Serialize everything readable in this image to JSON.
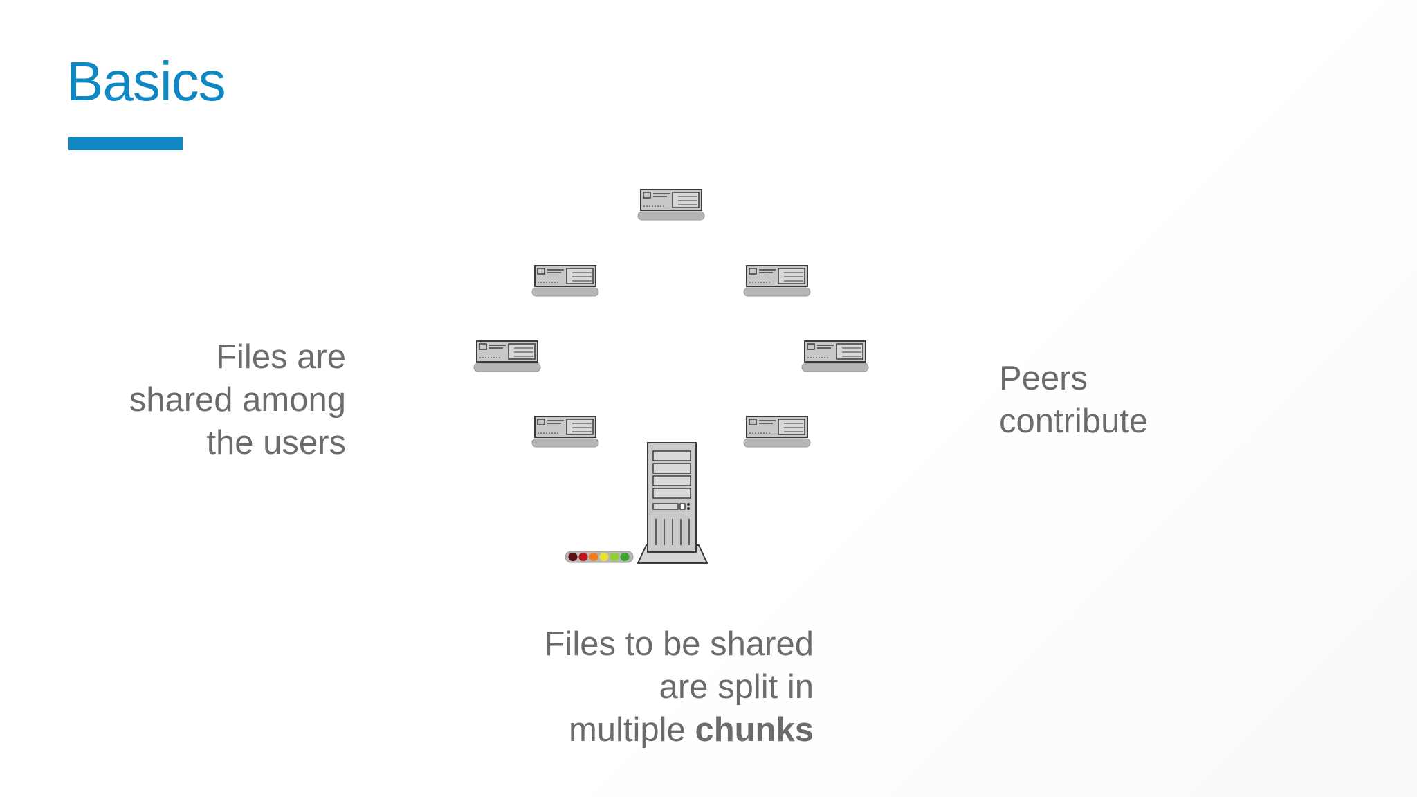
{
  "slide": {
    "title": "Basics",
    "accent_color": "#0e87c3",
    "text_color": "#6b6b6b"
  },
  "left_caption": {
    "lines": [
      "Files are",
      "shared among",
      "the users"
    ]
  },
  "right_caption": {
    "lines": [
      "Peers",
      "contribute"
    ]
  },
  "bottom_caption": {
    "line1": "Files to be shared",
    "line2": "are split in",
    "line3_prefix": "multiple ",
    "line3_bold": "chunks"
  },
  "diagram": {
    "peers": [
      {
        "name": "peer-top",
        "icon": "peer-computer-icon"
      },
      {
        "name": "peer-upper-left",
        "icon": "peer-computer-icon"
      },
      {
        "name": "peer-upper-right",
        "icon": "peer-computer-icon"
      },
      {
        "name": "peer-middle-left",
        "icon": "peer-computer-icon"
      },
      {
        "name": "peer-middle-right",
        "icon": "peer-computer-icon"
      },
      {
        "name": "peer-lower-left",
        "icon": "peer-computer-icon"
      },
      {
        "name": "peer-lower-right",
        "icon": "peer-computer-icon"
      }
    ],
    "server_icon": "tower-server-icon",
    "chunk_colors": [
      "#5a0f12",
      "#c0171c",
      "#f07b1e",
      "#e9e236",
      "#8fd12f",
      "#3aa32b"
    ]
  }
}
